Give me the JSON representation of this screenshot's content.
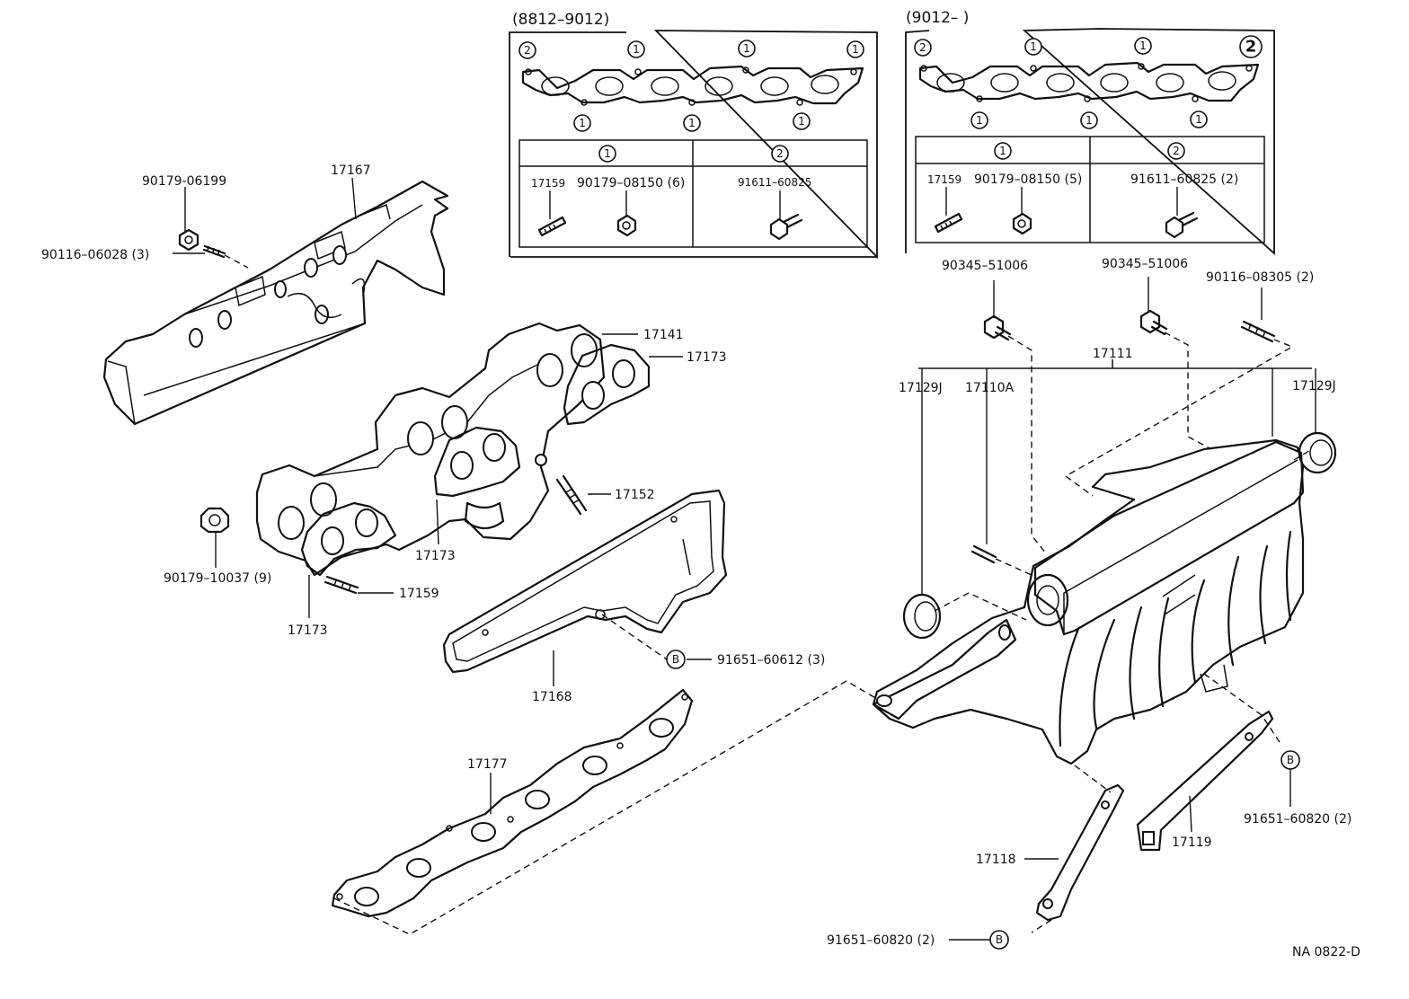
{
  "colors": {
    "ink": "#111111",
    "paper": "#ffffff"
  },
  "inset_left": {
    "header": "(8812–9012)",
    "cells": [
      {
        "marker": "1",
        "parts": [
          {
            "number": "17159"
          },
          {
            "number": "90179–08150 (6)"
          }
        ]
      },
      {
        "marker": "2",
        "parts": [
          {
            "number": "91611–60825"
          }
        ]
      }
    ]
  },
  "inset_right": {
    "header": "(9012–       )",
    "cells": [
      {
        "marker": "1",
        "parts": [
          {
            "number": "17159"
          },
          {
            "number": "90179–08150 (5)"
          }
        ]
      },
      {
        "marker": "2",
        "parts": [
          {
            "number": "91611–60825 (2)"
          }
        ]
      }
    ]
  },
  "markers": {
    "one": "1",
    "two": "2",
    "b": "B"
  },
  "labels": {
    "p90179_06199": "90179-06199",
    "p17167": "17167",
    "p90116_06028": "90116–06028 (3)",
    "p17141": "17141",
    "p17173_a": "17173",
    "p17152": "17152",
    "p17173_b": "17173",
    "p90179_10037": "90179–10037 (9)",
    "p17159": "17159",
    "p17173_c": "17173",
    "p17168": "17168",
    "p91651_60612": "91651–60612 (3)",
    "p17177": "17177",
    "p90345_a": "90345–51006",
    "p90345_b": "90345–51006",
    "p90116_08305": "90116–08305 (2)",
    "p17111": "17111",
    "p17129J_a": "17129J",
    "p17110A": "17110A",
    "p17129J_b": "17129J",
    "p17118": "17118",
    "p17119": "17119",
    "p91651_60820_a": "91651–60820 (2)",
    "p91651_60820_b": "91651–60820 (2)",
    "ref_code": "NA  0822-D"
  }
}
